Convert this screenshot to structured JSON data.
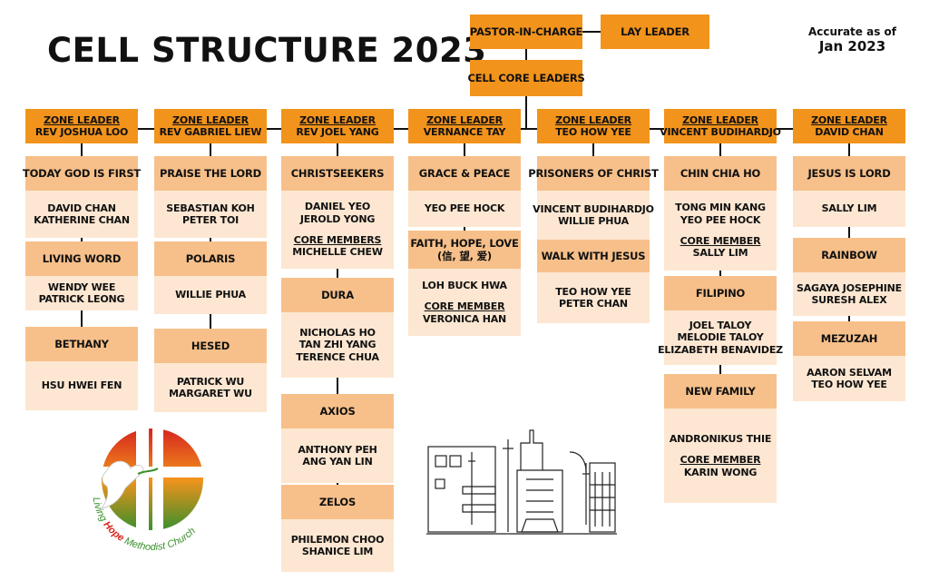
{
  "title": "CELL STRUCTURE 2023",
  "as_of": {
    "line1": "Accurate as of",
    "line2": "Jan 2023"
  },
  "leadership": {
    "pastor": "PASTOR-IN-CHARGE",
    "lay_leader": "LAY LEADER",
    "core_leaders": "CELL CORE LEADERS"
  },
  "zones": [
    {
      "title": "ZONE LEADER",
      "leader": "REV JOSHUA LOO",
      "cells": [
        {
          "name": "TODAY GOD IS FIRST",
          "members": [
            "DAVID CHAN",
            "KATHERINE CHAN"
          ]
        },
        {
          "name": "LIVING WORD",
          "members": [
            "WENDY WEE",
            "PATRICK LEONG"
          ]
        },
        {
          "name": "BETHANY",
          "members": [
            "HSU HWEI FEN"
          ]
        }
      ]
    },
    {
      "title": "ZONE LEADER",
      "leader": "REV GABRIEL LIEW",
      "cells": [
        {
          "name": "PRAISE THE LORD",
          "members": [
            "SEBASTIAN KOH",
            "PETER TOI"
          ]
        },
        {
          "name": "POLARIS",
          "members": [
            "WILLIE PHUA"
          ]
        },
        {
          "name": "HESED",
          "members": [
            "PATRICK WU",
            "MARGARET WU"
          ]
        }
      ]
    },
    {
      "title": "ZONE LEADER",
      "leader": "REV JOEL YANG",
      "cells": [
        {
          "name": "CHRISTSEEKERS",
          "members": [
            "DANIEL YEO",
            "JEROLD YONG"
          ],
          "core_label": "CORE MEMBERS",
          "core": [
            "MICHELLE CHEW"
          ]
        },
        {
          "name": "DURA",
          "members": [
            "NICHOLAS HO",
            "TAN ZHI YANG",
            "TERENCE CHUA"
          ]
        },
        {
          "name": "AXIOS",
          "members": [
            "ANTHONY PEH",
            "ANG YAN LIN"
          ]
        },
        {
          "name": "ZELOS",
          "members": [
            "PHILEMON CHOO",
            "SHANICE LIM"
          ]
        }
      ]
    },
    {
      "title": "ZONE LEADER",
      "leader": "VERNANCE TAY",
      "cells": [
        {
          "name": "GRACE & PEACE",
          "members": [
            "YEO PEE HOCK"
          ]
        },
        {
          "name": "FAITH, HOPE, LOVE",
          "name2": "(信, 望, 爱)",
          "members": [
            "LOH BUCK HWA"
          ],
          "core_label": "CORE MEMBER",
          "core": [
            "VERONICA HAN"
          ]
        }
      ]
    },
    {
      "title": "ZONE LEADER",
      "leader": "TEO HOW YEE",
      "cells": [
        {
          "name": "PRISONERS OF CHRIST",
          "members": [
            "VINCENT BUDIHARDJO",
            "WILLIE PHUA"
          ]
        },
        {
          "name": "WALK WITH JESUS",
          "members": [
            "TEO HOW YEE",
            "PETER CHAN"
          ]
        }
      ]
    },
    {
      "title": "ZONE LEADER",
      "leader": "VINCENT BUDIHARDJO",
      "cells": [
        {
          "name": "CHIN CHIA HO",
          "members": [
            "TONG MIN KANG",
            "YEO PEE HOCK"
          ],
          "core_label": "CORE MEMBER",
          "core": [
            "SALLY LIM"
          ]
        },
        {
          "name": "FILIPINO",
          "members": [
            "JOEL TALOY",
            "MELODIE TALOY",
            "ELIZABETH BENAVIDEZ"
          ]
        },
        {
          "name": "NEW FAMILY",
          "members": [
            "ANDRONIKUS THIE"
          ],
          "core_label": "CORE MEMBER",
          "core": [
            "KARIN WONG"
          ]
        }
      ]
    },
    {
      "title": "ZONE LEADER",
      "leader": "DAVID CHAN",
      "cells": [
        {
          "name": "JESUS IS LORD",
          "members": [
            "SALLY LIM"
          ]
        },
        {
          "name": "RAINBOW",
          "members": [
            "SAGAYA JOSEPHINE",
            "SURESH ALEX"
          ]
        },
        {
          "name": "MEZUZAH",
          "members": [
            "AARON SELVAM",
            "TEO HOW YEE"
          ]
        }
      ]
    }
  ],
  "logo": {
    "text_living": "Living ",
    "text_hope": "Hope",
    "text_rest": " Methodist Church"
  },
  "colors": {
    "zone": "#f2931c",
    "cell": "#f7c08a",
    "people": "#fde7d2",
    "logo_green": "#3a8f2c",
    "logo_red": "#d6251e"
  }
}
